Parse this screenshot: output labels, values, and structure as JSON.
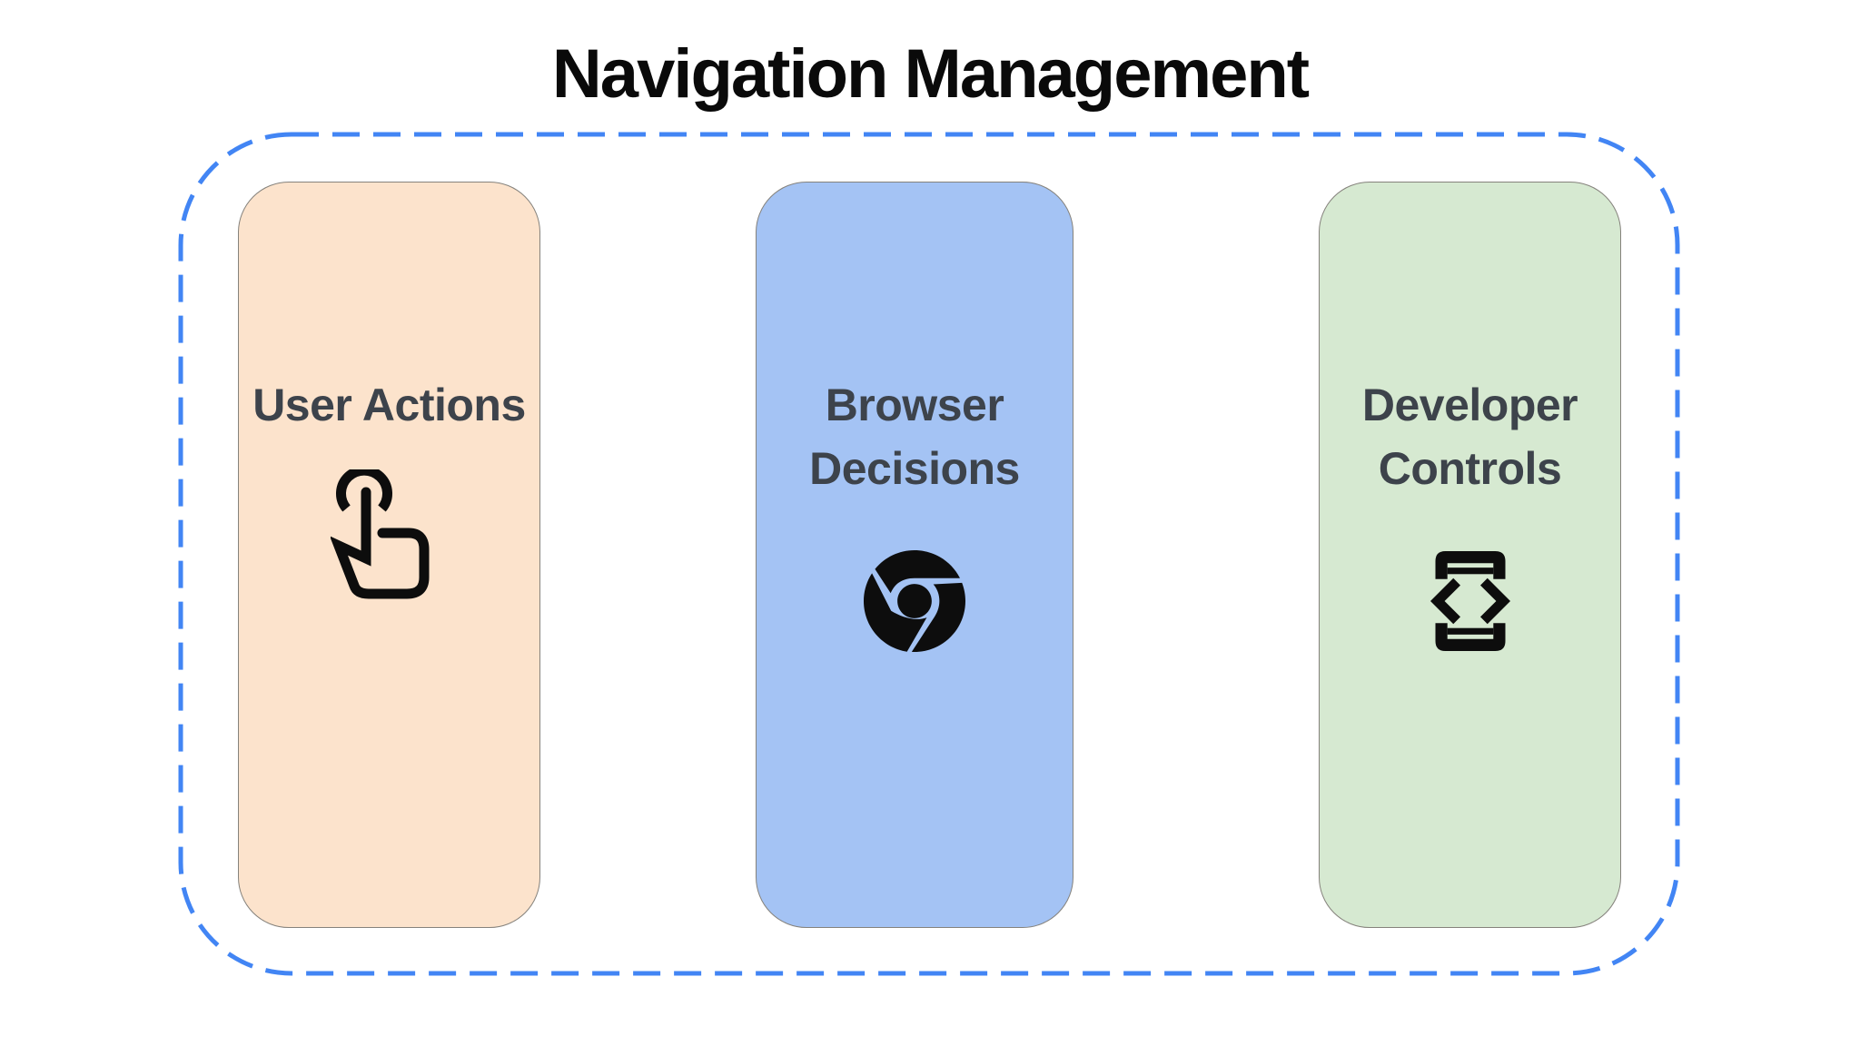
{
  "title": "Navigation Management",
  "colors": {
    "background": "#ffffff",
    "dashed_border": "#4285f4",
    "card_border": "#85827c",
    "title_text": "#0a0a0a",
    "card_text": "#3d434b",
    "icon": "#0d0d0d",
    "card_user_bg": "#fce3cc",
    "card_browser_bg": "#a4c3f4",
    "card_developer_bg": "#d6e9d1"
  },
  "cards": [
    {
      "label": "User Actions",
      "icon": "touch-gesture-icon",
      "bg": "#fce3cc"
    },
    {
      "label": "Browser Decisions",
      "icon": "chrome-browser-icon",
      "bg": "#a4c3f4"
    },
    {
      "label": "Developer Controls",
      "icon": "developer-mode-icon",
      "bg": "#d6e9d1"
    }
  ]
}
